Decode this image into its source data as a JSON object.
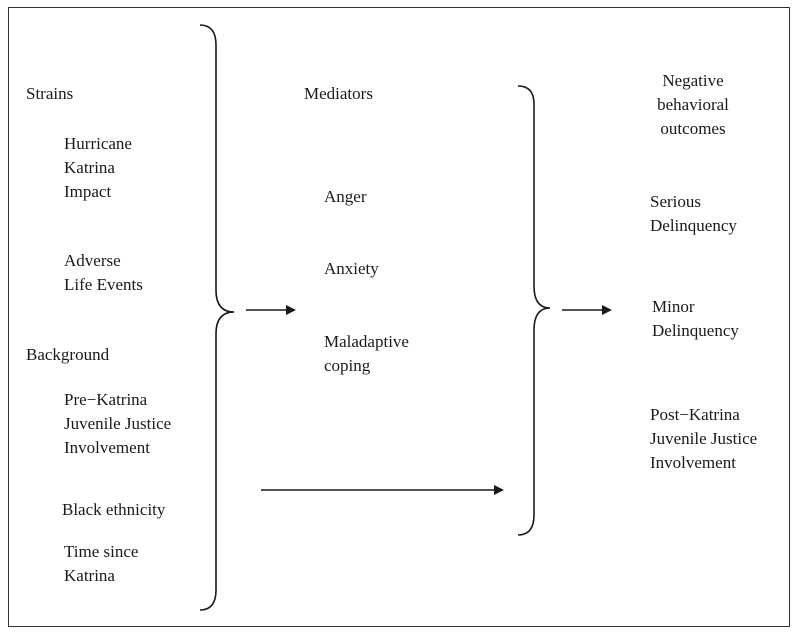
{
  "strains": {
    "heading": "Strains",
    "items": [
      [
        "Hurricane",
        "Katrina",
        "Impact"
      ],
      [
        "Adverse",
        "Life Events"
      ]
    ]
  },
  "background": {
    "heading": "Background",
    "items": [
      [
        "Pre−Katrina",
        "Juvenile Justice",
        "Involvement"
      ],
      [
        "Black ethnicity"
      ],
      [
        "Time since",
        "Katrina"
      ]
    ]
  },
  "mediators": {
    "heading": "Mediators",
    "items": [
      [
        "Anger"
      ],
      [
        "Anxiety"
      ],
      [
        "Maladaptive",
        "coping"
      ]
    ]
  },
  "outcomes": {
    "heading": [
      "Negative",
      "behavioral",
      "outcomes"
    ],
    "items": [
      [
        "Serious",
        "Delinquency"
      ],
      [
        "Minor",
        "Delinquency"
      ],
      [
        "Post−Katrina",
        "Juvenile Justice",
        "Involvement"
      ]
    ]
  }
}
